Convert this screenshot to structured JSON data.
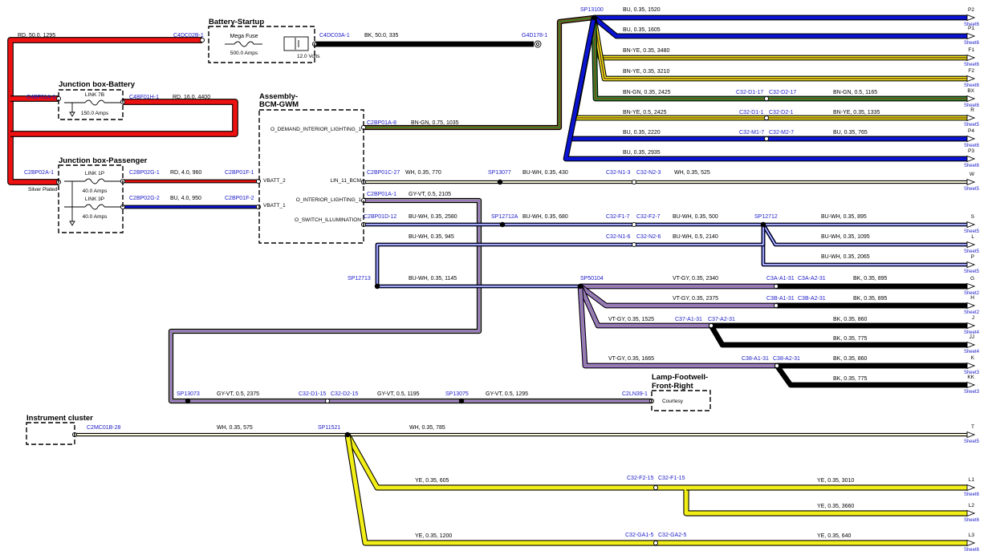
{
  "colors": {
    "RD": "#ee1111",
    "BK": "#000000",
    "BU": "#0a14d2",
    "BN": "#7a4a1a",
    "YE": "#f2ee18",
    "GN": "#2e8b2e",
    "VT": "#a273d6",
    "GY": "#8a8a8a",
    "WH": "#ffffff",
    "connector_text": "#1a1ac8"
  },
  "components": {
    "battery_startup": {
      "title": "Battery-Startup",
      "fuse_name": "Mega Fuse",
      "fuse_rating": "500.0 Amps",
      "battery_voltage": "12.0 Volts"
    },
    "jb_battery": {
      "title": "Junction box-Battery",
      "link_name": "LINK 7B",
      "link_rating": "150.0 Amps"
    },
    "jb_passenger": {
      "title": "Junction box-Passenger",
      "link1_name": "LINK 1P",
      "link1_rating": "40.0 Amps",
      "link2_name": "LINK 3P",
      "link2_rating": "40.0 Amps"
    },
    "bcm": {
      "title_line1": "Assembly-",
      "title_line2": "BCM-GWM",
      "pins": [
        "O_DEMAND_INTERIOR_LIGHTING_1",
        "VBATT_2",
        "LIN_11_BCM",
        "O_INTERIOR_LIGHTING_1",
        "VBATT_1",
        "O_SWITCH_ILLUMINATION"
      ]
    },
    "lamp": {
      "title_line1": "Lamp-Footwell-",
      "title_line2": "Front-Right",
      "inner": "Courtesy"
    },
    "cluster": {
      "title": "Instrument cluster"
    },
    "silver_plated": "Silver Plated"
  },
  "connectors": [
    "C4DC02B-1",
    "C4DC03A-1",
    "G4D178-1",
    "C4BF01A-1",
    "C4BF01H-1",
    "C2BP02A-1",
    "C2BP02G-1",
    "C2BP01F-1",
    "C2BP02G-2",
    "C2BP01F-2",
    "C2BP01A-8",
    "C2BP01C-27",
    "C2BP01A-1",
    "C2BP01D-12",
    "SP13100",
    "C32-D1-17",
    "C32-D2-17",
    "C32-D1-1",
    "C32-D2-1",
    "C32-M1-7",
    "C32-M2-7",
    "SP13077",
    "C32-N1-3",
    "C32-N2-3",
    "SP12712A",
    "C32-F1-7",
    "C32-F2-7",
    "SP12712",
    "C32-N1-6",
    "C32-N2-6",
    "SP12713",
    "SP50104",
    "C3A-A1-31",
    "C3A-A2-31",
    "C3B-A1-31",
    "C3B-A2-31",
    "C37-A1-31",
    "C37-A2-31",
    "C38-A1-31",
    "C38-A2-31",
    "SP13073",
    "C32-D1-15",
    "C32-D2-15",
    "SP13075",
    "C2LN39-1",
    "C2MC01B-28",
    "SP11521",
    "C32-F2-15",
    "C32-F1-15",
    "C32-GA1-5",
    "C32-GA2-5"
  ],
  "wire_labels": [
    "RD, 50.0, 1295",
    "BK, 50.0, 335",
    "RD, 16.0, 4400",
    "RD, 4.0, 960",
    "BU, 4.0, 950",
    "BN-GN, 0.75, 1035",
    "WH, 0.35, 770",
    "BU-WH, 0.35, 430",
    "WH, 0.35, 525",
    "GY-VT, 0.5, 2105",
    "BU-WH, 0.35, 2580",
    "BU-WH, 0.35, 680",
    "BU-WH, 0.35, 500",
    "BU-WH, 0.35, 895",
    "BU-WH, 0.35, 945",
    "BU-WH, 0.5, 2140",
    "BU-WH, 0.35, 1095",
    "BU-WH, 0.35, 2065",
    "BU-WH, 0.35, 1145",
    "BU, 0.35, 1520",
    "BU, 0.35, 1605",
    "BN-YE, 0.35, 3480",
    "BN-YE, 0.35, 3210",
    "BN-GN, 0.35, 2425",
    "BN-GN, 0.5, 1165",
    "BN-YE, 0.5, 2425",
    "BN-YE, 0.35, 1335",
    "BU, 0.35, 2220",
    "BU, 0.35, 765",
    "BU, 0.35, 2935",
    "VT-GY, 0.35, 2340",
    "BK, 0.35, 895",
    "VT-GY, 0.35, 2375",
    "BK, 0.35, 895",
    "VT-GY, 0.35, 1525",
    "BK, 0.35, 860",
    "BK, 0.35, 775",
    "VT-GY, 0.35, 1665",
    "BK, 0.35, 860",
    "BK, 0.35, 775",
    "GY-VT, 0.5, 2375",
    "GY-VT, 0.5, 1195",
    "GY-VT, 0.5, 1295",
    "WH, 0.35, 575",
    "WH, 0.35, 785",
    "YE, 0.35, 605",
    "YE, 0.35, 3010",
    "YE, 0.35, 3660",
    "YE, 0.35, 1200",
    "YE, 0.35, 640"
  ],
  "destinations": [
    "P2",
    "P1",
    "F1",
    "F2",
    "BX",
    "R",
    "P4",
    "P3",
    "W",
    "S",
    "L",
    "P",
    "G",
    "H",
    "J",
    "JJ",
    "K",
    "KK",
    "T",
    "L1",
    "L2",
    "L3"
  ],
  "sheets": [
    "Sheet6",
    "Sheet6",
    "Sheet6",
    "Sheet6",
    "Sheet6",
    "Sheet5",
    "Sheet6",
    "Sheet6",
    "Sheet5",
    "Sheet5",
    "Sheet5",
    "Sheet5",
    "Sheet2",
    "Sheet2",
    "Sheet4",
    "Sheet4",
    "Sheet3",
    "Sheet3",
    "Sheet5",
    "Sheet6",
    "Sheet6",
    "Sheet6"
  ]
}
